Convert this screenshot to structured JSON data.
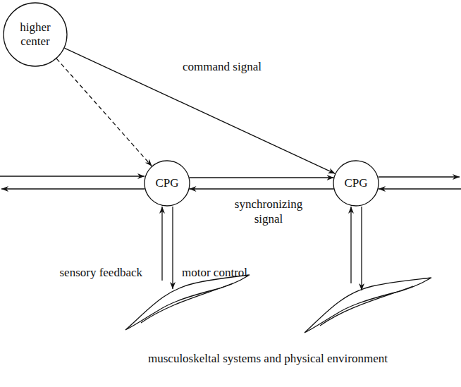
{
  "diagram": {
    "nodes": [
      {
        "text": [
          "higher center"
        ]
      },
      {
        "text": [
          "CPG"
        ]
      },
      {
        "text": [
          "CPG"
        ]
      }
    ],
    "edges": [
      {
        "from": 0,
        "to": 1,
        "arrow": "to"
      },
      {
        "from": 0,
        "to": 2,
        "label": "command signal",
        "arrow": "to"
      },
      {
        "from": 1,
        "to": 2,
        "arrow": "to"
      },
      {
        "from": 2,
        "to": 1,
        "label": "synchronizing signal",
        "arrow": "to"
      }
    ],
    "labels": [
      "sensory feedback",
      "motor control",
      "musculoskeltal systems and physical environment"
    ]
  }
}
